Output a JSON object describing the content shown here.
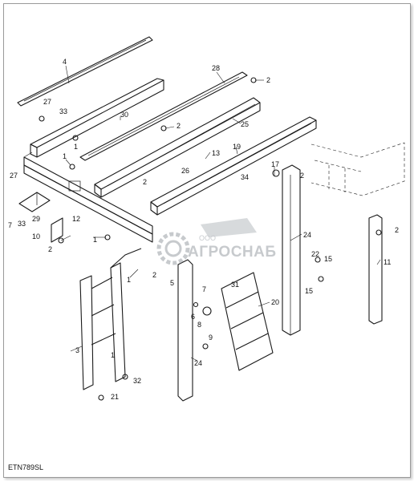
{
  "figure": {
    "code": "ETN789SL"
  },
  "watermark": {
    "prefix": "ООО",
    "name": "АГРОСНАБ"
  },
  "callouts": [
    {
      "id": "c4",
      "label": "4"
    },
    {
      "id": "c28",
      "label": "28"
    },
    {
      "id": "c2a",
      "label": "2"
    },
    {
      "id": "c27a",
      "label": "27"
    },
    {
      "id": "c33a",
      "label": "33"
    },
    {
      "id": "c30",
      "label": "30"
    },
    {
      "id": "c2b",
      "label": "2"
    },
    {
      "id": "c25",
      "label": "25"
    },
    {
      "id": "c1a",
      "label": "1"
    },
    {
      "id": "c1b",
      "label": "1"
    },
    {
      "id": "c13",
      "label": "13"
    },
    {
      "id": "c19",
      "label": "19"
    },
    {
      "id": "c26",
      "label": "26"
    },
    {
      "id": "c2c",
      "label": "2"
    },
    {
      "id": "c17",
      "label": "17"
    },
    {
      "id": "c2d",
      "label": "2"
    },
    {
      "id": "c27b",
      "label": "27"
    },
    {
      "id": "c34",
      "label": "34"
    },
    {
      "id": "c29",
      "label": "29"
    },
    {
      "id": "c7a",
      "label": "7"
    },
    {
      "id": "c33b",
      "label": "33"
    },
    {
      "id": "c12",
      "label": "12"
    },
    {
      "id": "c10",
      "label": "10"
    },
    {
      "id": "c1c",
      "label": "1"
    },
    {
      "id": "c2e",
      "label": "2"
    },
    {
      "id": "c24a",
      "label": "24"
    },
    {
      "id": "c2f",
      "label": "2"
    },
    {
      "id": "c22",
      "label": "22"
    },
    {
      "id": "c15a",
      "label": "15"
    },
    {
      "id": "c11",
      "label": "11"
    },
    {
      "id": "c1d",
      "label": "1"
    },
    {
      "id": "c2g",
      "label": "2"
    },
    {
      "id": "c5",
      "label": "5"
    },
    {
      "id": "c31",
      "label": "31"
    },
    {
      "id": "c15b",
      "label": "15"
    },
    {
      "id": "c7b",
      "label": "7"
    },
    {
      "id": "c20",
      "label": "20"
    },
    {
      "id": "c6",
      "label": "6"
    },
    {
      "id": "c8",
      "label": "8"
    },
    {
      "id": "c9",
      "label": "9"
    },
    {
      "id": "c3",
      "label": "3"
    },
    {
      "id": "c1e",
      "label": "1"
    },
    {
      "id": "c24b",
      "label": "24"
    },
    {
      "id": "c32",
      "label": "32"
    },
    {
      "id": "c21",
      "label": "21"
    }
  ]
}
